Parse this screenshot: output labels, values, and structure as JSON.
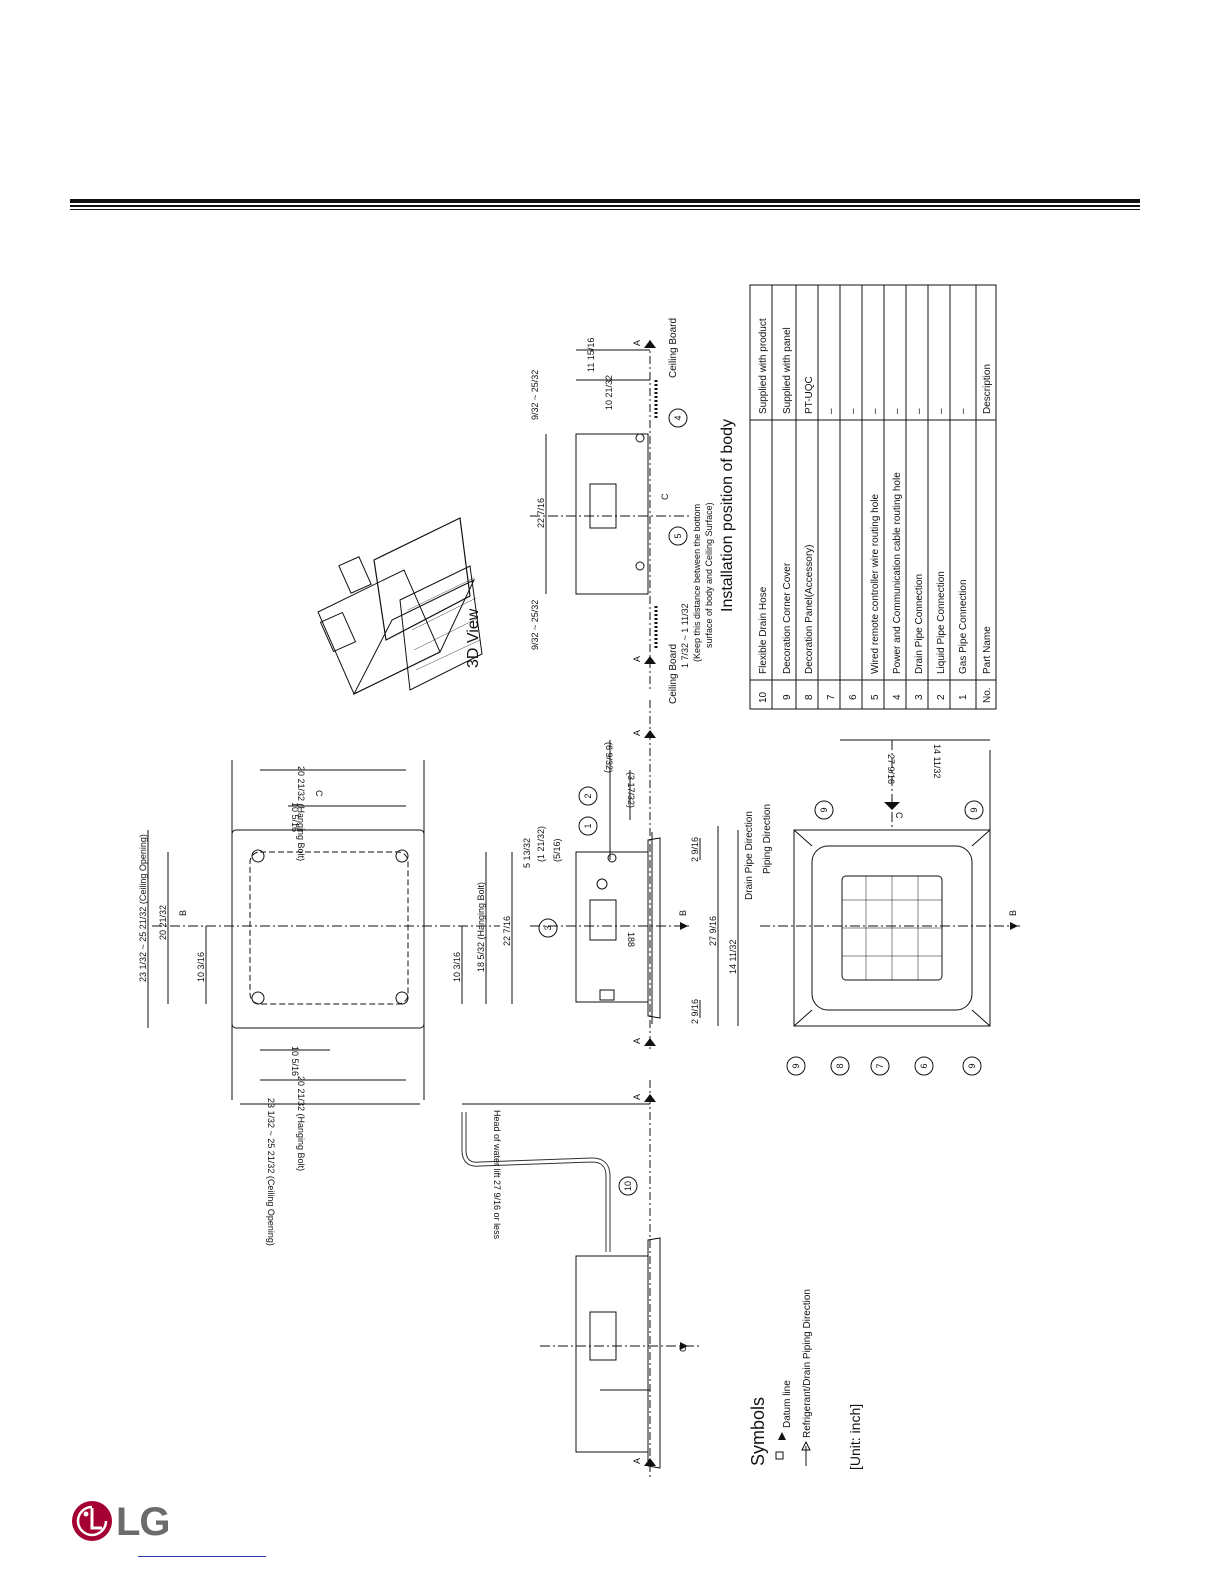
{
  "drawing": {
    "view_3d": "3D View",
    "installation_title": "Installation position of body",
    "ceiling_board": "Ceiling Board",
    "keep_note_1": "(Keep this distance between the bottom",
    "keep_note_2": "surface of body and Ceiling Surface)",
    "head_of_water": "Head of water lift 27 9/16 or less",
    "ceiling_opening_top": "23 1/32 ~ 25 21/32 (Ceiling Opening)",
    "ceiling_opening_bottom": "23 1/32 ~ 25 21/32 (Ceiling Opening)",
    "hanging_bolt_a": "20 21/32 (Hanging Bolt)",
    "hanging_bolt_b": "20 21/32 (Hanging Bolt)",
    "hanging_bolt_c": "18 5/32 (Hanging Bolt)",
    "dim_10_5_16_a": "10 5/16",
    "dim_10_5_16_b": "10 5/16",
    "dim_10_3_16_a": "10 3/16",
    "dim_10_3_16_b": "10 3/16",
    "dim_20_21_32": "20 21/32",
    "dim_22_7_16_a": "22 7/16",
    "dim_22_7_16_b": "22 7/16",
    "dim_27_9_16_a": "27 9/16",
    "dim_27_9_16_b": "27 9/16",
    "dim_14_11_32_a": "14 11/32",
    "dim_14_11_32_b": "14 11/32",
    "dim_2_9_16_a": "2 9/16",
    "dim_2_9_16_b": "2 9/16",
    "dim_188": "188",
    "dim_5_13_32": "5 13/32",
    "dim_1_21_32": "(1 21/32)",
    "dim_5_16": "(5/16)",
    "dim_3_17_32": "(3 17/32)",
    "dim_6_9_32": "(6 9/32)",
    "dim_10_21_32": "10 21/32",
    "dim_11_15_16": "11 15/16",
    "dim_9_32_a": "9/32 ~ 25/32",
    "dim_9_32_b": "9/32 ~ 25/32",
    "dim_1_7_32": "1 7/32 ~ 1 11/32",
    "drain_pipe_direction": "Drain Pipe Direction",
    "piping_direction": "Piping Direction",
    "datum_a": "A",
    "datum_b": "B",
    "datum_c": "C",
    "callouts": [
      "1",
      "2",
      "3",
      "4",
      "5",
      "6",
      "7",
      "8",
      "9",
      "10"
    ]
  },
  "parts_table": {
    "header": {
      "no": "No.",
      "part": "Part Name",
      "desc": "Description"
    },
    "rows": [
      {
        "no": "1",
        "part": "Gas Pipe Connection",
        "desc": "–"
      },
      {
        "no": "2",
        "part": "Liquid Pipe Connection",
        "desc": "–"
      },
      {
        "no": "3",
        "part": "Drain Pipe Connection",
        "desc": "–"
      },
      {
        "no": "4",
        "part": "Power and Communication cable routing hole",
        "desc": "–"
      },
      {
        "no": "5",
        "part": "Wired remote controller wire routing hole",
        "desc": "–"
      },
      {
        "no": "6",
        "part": "",
        "desc": "–"
      },
      {
        "no": "7",
        "part": "",
        "desc": "–"
      },
      {
        "no": "8",
        "part": "Decoration Panel(Accessory)",
        "desc": "PT-UQC"
      },
      {
        "no": "9",
        "part": "Decoration Corner Cover",
        "desc": "Supplied with panel"
      },
      {
        "no": "10",
        "part": "Flexible Drain Hose",
        "desc": "Supplied with product"
      }
    ]
  },
  "symbols": {
    "title": "Symbols",
    "datum_line": "Datum line",
    "piping_direction": "Refrigerant/Drain Piping Direction",
    "unit": "[Unit: inch]"
  },
  "brand": {
    "logo_text": "LG",
    "logo_color": "#a50034"
  }
}
